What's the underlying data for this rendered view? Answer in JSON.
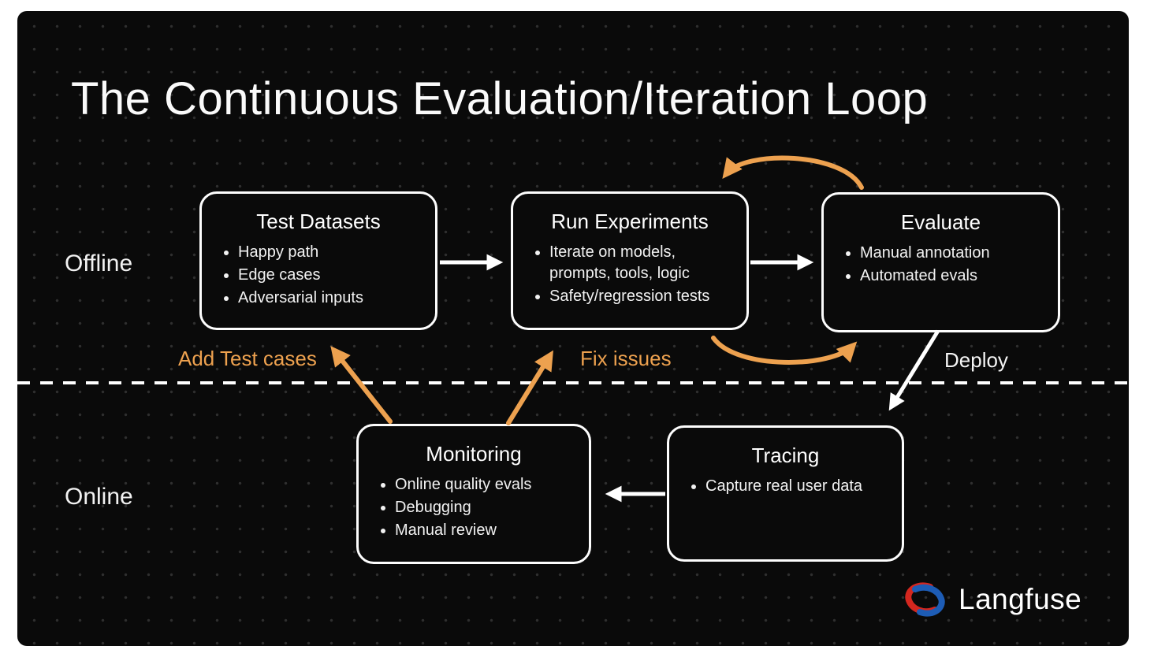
{
  "title": "The Continuous Evaluation/Iteration Loop",
  "sections": {
    "offline_label": "Offline",
    "online_label": "Online"
  },
  "boxes": [
    {
      "id": "test-datasets",
      "title": "Test Datasets",
      "bullets": [
        "Happy path",
        "Edge cases",
        "Adversarial inputs"
      ]
    },
    {
      "id": "run-experiments",
      "title": "Run Experiments",
      "bullets": [
        "Iterate on models, prompts, tools, logic",
        "Safety/regression tests"
      ]
    },
    {
      "id": "evaluate",
      "title": "Evaluate",
      "bullets": [
        "Manual annotation",
        "Automated evals"
      ]
    },
    {
      "id": "monitoring",
      "title": "Monitoring",
      "bullets": [
        "Online quality evals",
        "Debugging",
        "Manual review"
      ]
    },
    {
      "id": "tracing",
      "title": "Tracing",
      "bullets": [
        "Capture real user data"
      ]
    }
  ],
  "edge_labels": {
    "add_test_cases": "Add Test cases",
    "fix_issues": "Fix issues",
    "deploy": "Deploy"
  },
  "colors": {
    "slide_background": "#0a0a0a",
    "dot_grid": "#2f2f2f",
    "accent_orange": "#eda14f",
    "arrow_white": "#ffffff",
    "logo_red": "#d4271f",
    "logo_blue": "#1d5cb5"
  },
  "logo": {
    "text": "Langfuse"
  }
}
